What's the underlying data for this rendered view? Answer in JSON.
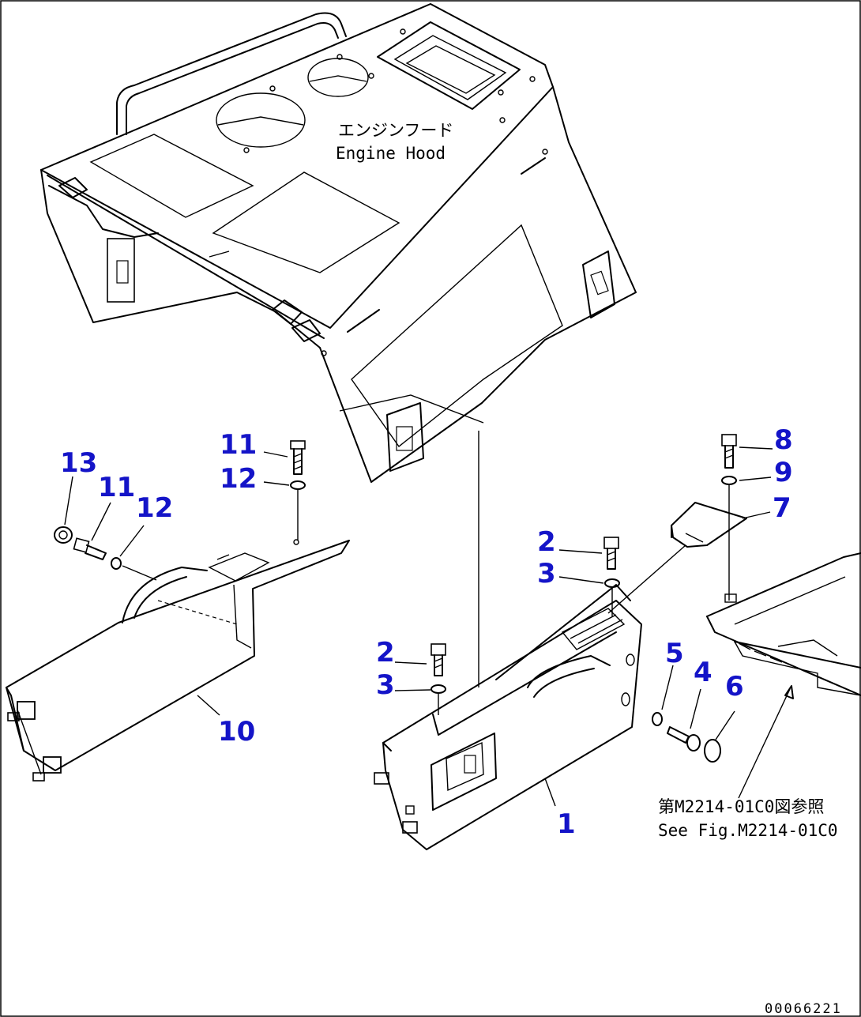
{
  "labels": {
    "engine_hood_jp": "エンジンフード",
    "engine_hood_en": "Engine Hood",
    "ref_jp": "第M2214-01C0図参照",
    "ref_en": "See Fig.M2214-01C0",
    "doc_id": "00066221"
  },
  "callouts": [
    {
      "id": "c1",
      "text": "1"
    },
    {
      "id": "c2a",
      "text": "2"
    },
    {
      "id": "c2b",
      "text": "2"
    },
    {
      "id": "c3a",
      "text": "3"
    },
    {
      "id": "c3b",
      "text": "3"
    },
    {
      "id": "c4",
      "text": "4"
    },
    {
      "id": "c5",
      "text": "5"
    },
    {
      "id": "c6",
      "text": "6"
    },
    {
      "id": "c7",
      "text": "7"
    },
    {
      "id": "c8",
      "text": "8"
    },
    {
      "id": "c9",
      "text": "9"
    },
    {
      "id": "c10",
      "text": "10"
    },
    {
      "id": "c11a",
      "text": "11"
    },
    {
      "id": "c11b",
      "text": "11"
    },
    {
      "id": "c12a",
      "text": "12"
    },
    {
      "id": "c12b",
      "text": "12"
    },
    {
      "id": "c13",
      "text": "13"
    }
  ]
}
